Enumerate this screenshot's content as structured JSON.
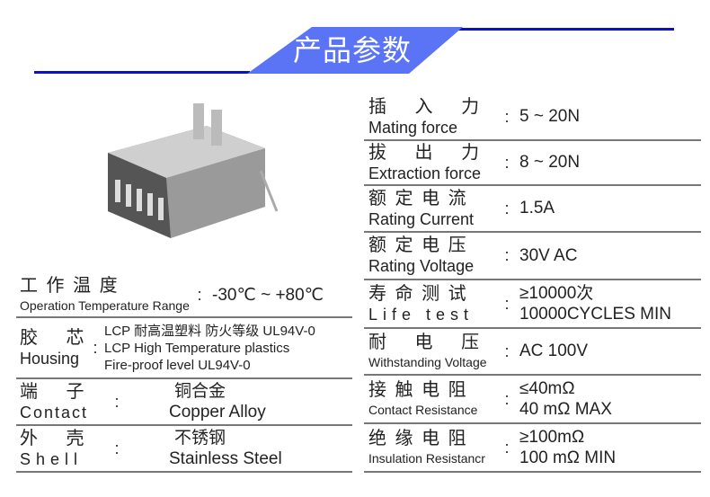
{
  "title": "产品参数",
  "left": [
    {
      "cn": "工 作 温 度",
      "en": "Operation Temperature Range",
      "value": "-30℃ ~ +80℃"
    },
    {
      "cn": "胶 　芯",
      "en": "Housing",
      "value_lines": [
        "LCP 耐高温塑料 防火等级 UL94V-0",
        "LCP High Temperature plastics",
        "Fire-proof level UL94V-0"
      ]
    },
    {
      "cn": "端 　子",
      "en": "Contact",
      "value_cn": "铜合金",
      "value_en": "Copper Alloy"
    },
    {
      "cn": "外 　壳",
      "en": "Shell",
      "value_cn": "不锈钢",
      "value_en": "Stainless Steel"
    }
  ],
  "right": [
    {
      "cn": "插 　入 　力",
      "en": "Mating force",
      "value": "5 ~ 20N"
    },
    {
      "cn": "拔 　出 　力",
      "en": "Extraction force",
      "value": "8 ~ 20N"
    },
    {
      "cn": "额 定 电 流",
      "en": "Rating Current",
      "value": "1.5A"
    },
    {
      "cn": "额 定 电 压",
      "en": "Rating Voltage",
      "value": "30V AC"
    },
    {
      "cn": "寿 命 测 试",
      "en": "Life test",
      "value_lines": [
        "≥10000次",
        "10000CYCLES MIN"
      ]
    },
    {
      "cn": "耐 　电 　压",
      "en": "Withstanding Voltage",
      "value": "AC 100V"
    },
    {
      "cn": "接 触 电 阻",
      "en": "Contact Resistance",
      "value_lines": [
        "≤40mΩ",
        "40 mΩ  MAX"
      ]
    },
    {
      "cn": "绝 缘 电 阻",
      "en": "Insulation Resistancr",
      "value_lines": [
        "≥100mΩ",
        "100 mΩ  MIN"
      ]
    }
  ],
  "colon": ":"
}
